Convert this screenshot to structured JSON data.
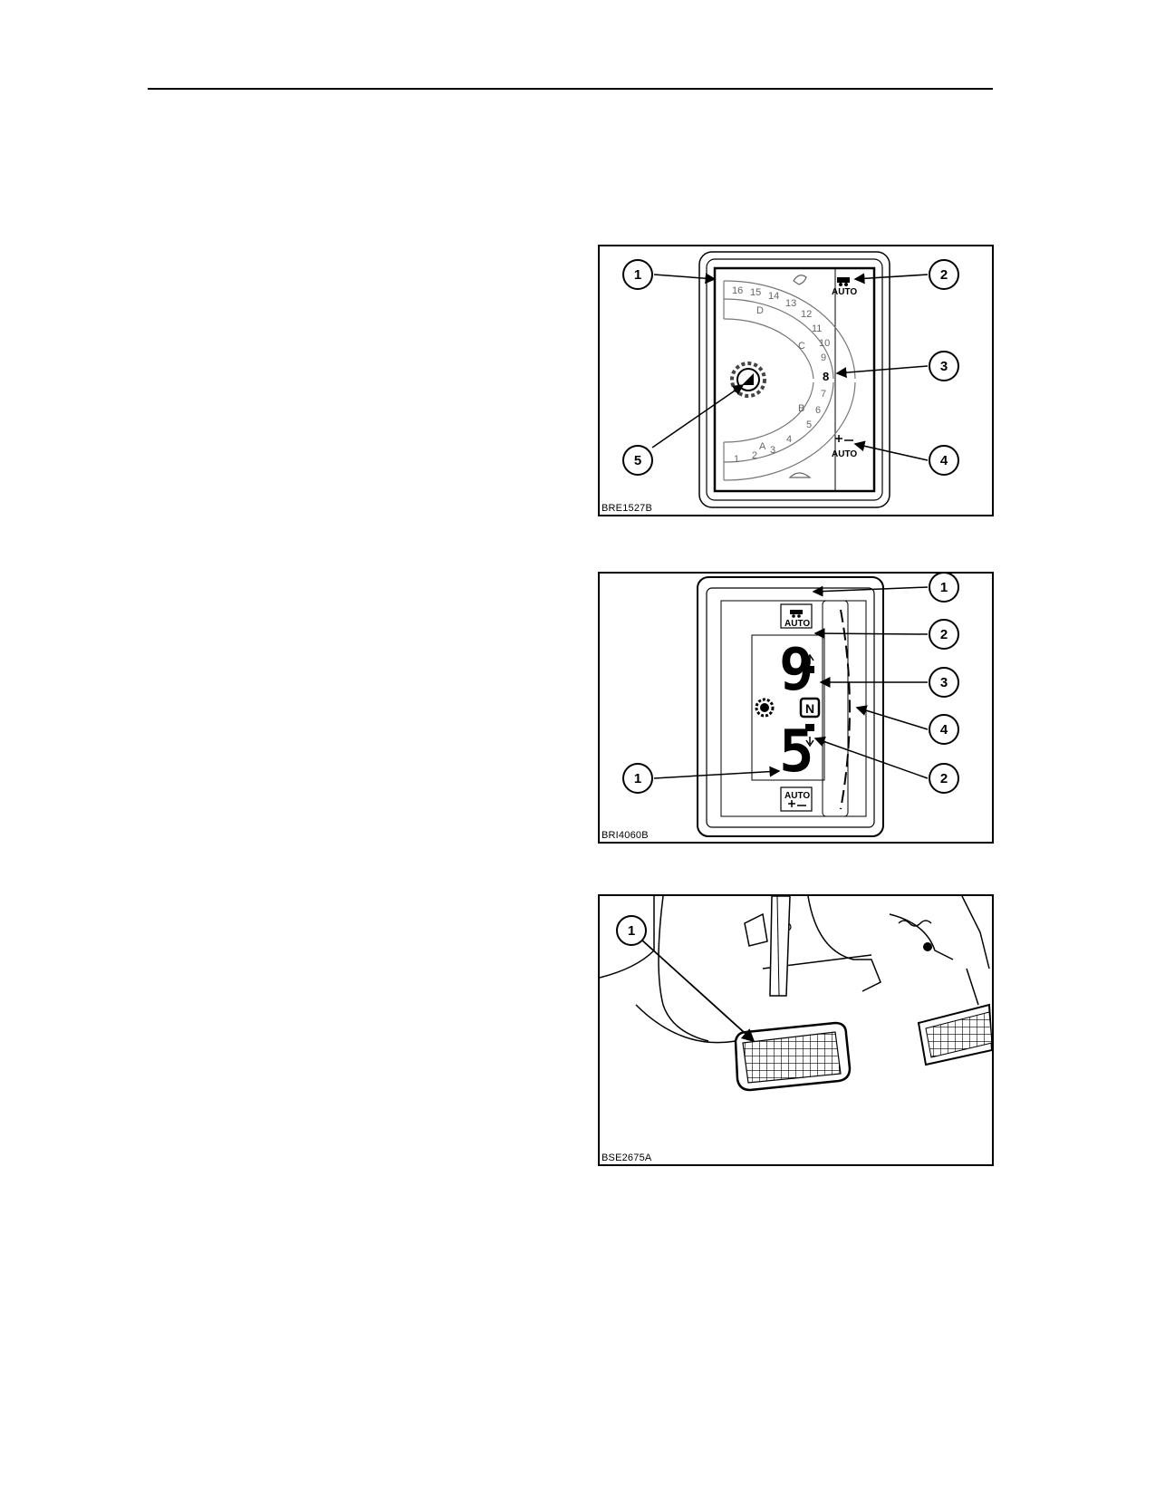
{
  "figures": [
    {
      "code": "BRE1527B",
      "callouts": [
        "1",
        "2",
        "3",
        "4",
        "5"
      ],
      "gear_numbers": [
        "16",
        "15",
        "14",
        "13",
        "12",
        "11",
        "10",
        "9",
        "8",
        "7",
        "6",
        "5",
        "4",
        "3",
        "2",
        "1"
      ],
      "ranges": [
        "D",
        "C",
        "B",
        "A"
      ],
      "auto_label": "AUTO"
    },
    {
      "code": "BRI4060B",
      "callouts": [
        "1",
        "2",
        "3",
        "4",
        "2",
        "1"
      ],
      "display_upper_digit": "9",
      "display_lower_digit": "5",
      "neutral_symbol": "N",
      "auto_label": "AUTO"
    },
    {
      "code": "BSE2675A",
      "callouts": [
        "1"
      ]
    }
  ]
}
